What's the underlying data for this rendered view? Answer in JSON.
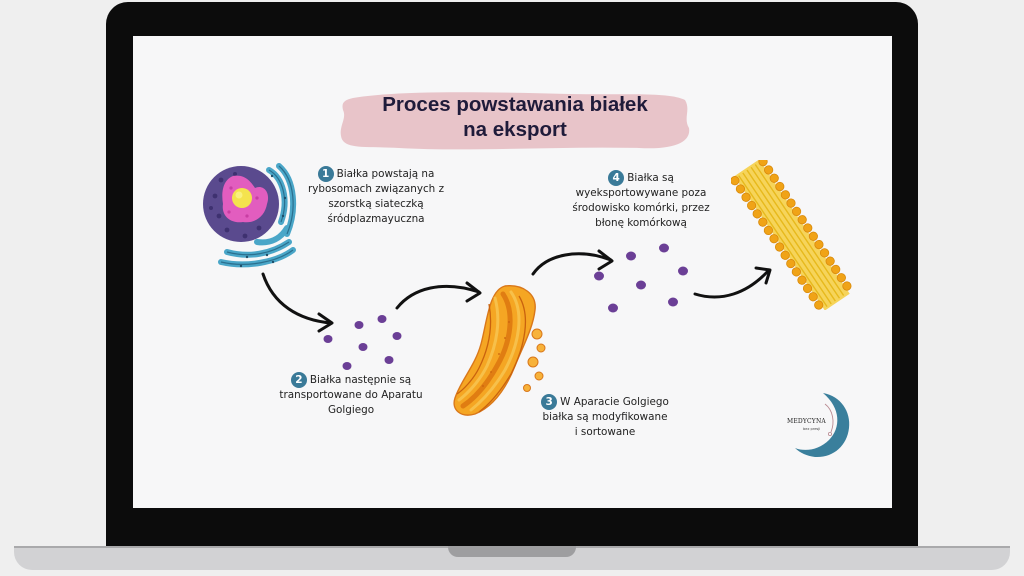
{
  "title": {
    "line1": "Proces powstawania białek",
    "line2": "na eksport"
  },
  "steps": [
    {
      "number": "1",
      "lines": [
        "Białka powstają na",
        "rybosomach związanych z",
        "szorstką siateczką",
        "śródplazmayuczna"
      ]
    },
    {
      "number": "2",
      "lines": [
        "Białka następnie są",
        "transportowane do Aparatu",
        "Golgiego"
      ]
    },
    {
      "number": "3",
      "lines": [
        "W Aparacie Golgiego",
        "białka są modyfikowane",
        "i sortowane"
      ]
    },
    {
      "number": "4",
      "lines": [
        "Białka są",
        "wyeksportowywane poza",
        "środowisko komórki, przez",
        "błonę komórkową"
      ]
    }
  ],
  "logo": {
    "name": "MEDYCYNA",
    "tagline": "bez presji"
  },
  "colors": {
    "badge": "#3a7a98",
    "protein_dot": "#6b3f96",
    "title_highlight": "#e8c4c9",
    "golgi": "#f29a1f",
    "membrane": "#f2b80e",
    "nucleus": "#d14fb2"
  }
}
